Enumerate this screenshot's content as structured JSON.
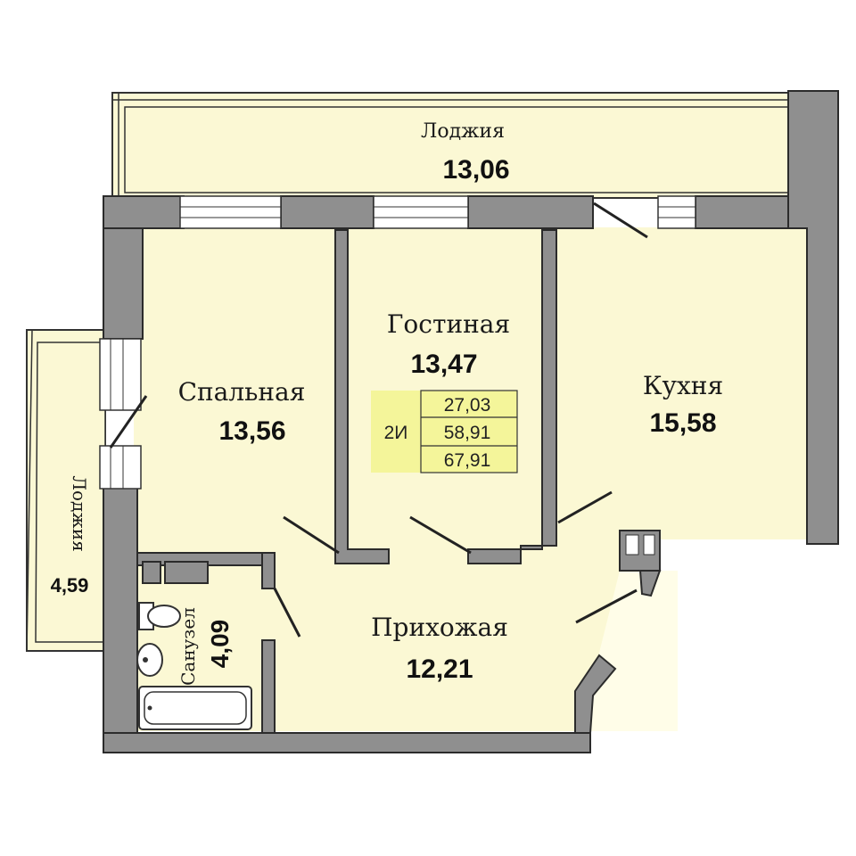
{
  "colors": {
    "floor": "#fbf8d4",
    "wall": "#8f8f8f",
    "table_bg": "#f4f59a"
  },
  "rooms": {
    "loggia_top": {
      "name": "Лоджия",
      "area": "13,06"
    },
    "living": {
      "name": "Гостиная",
      "area": "13,47"
    },
    "bedroom": {
      "name": "Спальная",
      "area": "13,56"
    },
    "kitchen": {
      "name": "Кухня",
      "area": "15,58"
    },
    "hall": {
      "name": "Прихожая",
      "area": "12,21"
    },
    "bathroom": {
      "name": "Санузел",
      "area": "4,09"
    },
    "loggia_left": {
      "name": "Лоджия",
      "area": "4,59"
    }
  },
  "summary_table": {
    "type": "2И",
    "living_area": "27,03",
    "total_area": "58,91",
    "total_with_loggia": "67,91"
  }
}
